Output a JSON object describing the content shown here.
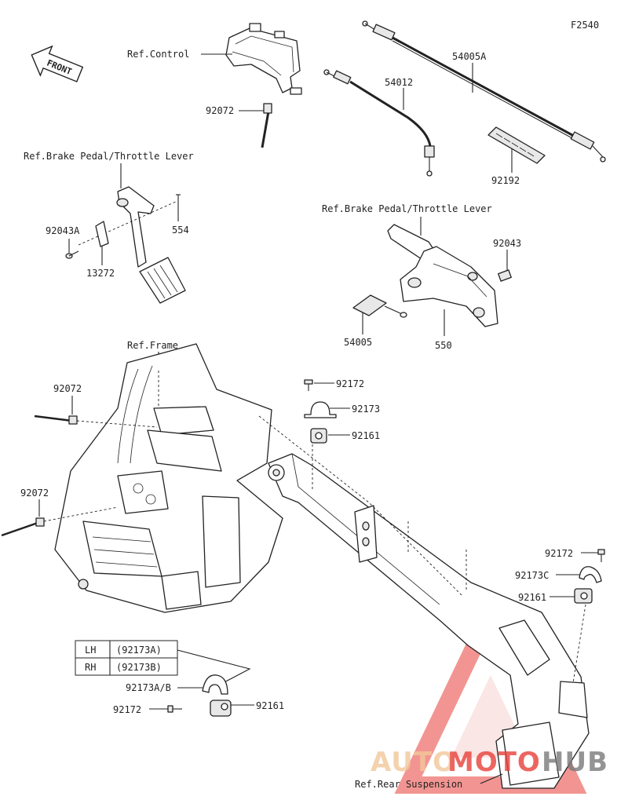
{
  "figure_code": "F2540",
  "front_label": "FRONT",
  "refs": {
    "control": "Ref.Control",
    "brake_pedal_left": "Ref.Brake Pedal/Throttle Lever",
    "brake_pedal_right": "Ref.Brake Pedal/Throttle Lever",
    "frame": "Ref.Frame",
    "rear_suspension": "Ref.Rear Suspension"
  },
  "parts": {
    "p54005A": "54005A",
    "p54012": "54012",
    "p92192": "92192",
    "p92072_top": "92072",
    "p92043A": "92043A",
    "p554": "554",
    "p13272": "13272",
    "p92043": "92043",
    "p54005": "54005",
    "p550": "550",
    "p92072_mid": "92072",
    "p92072_low": "92072",
    "p92172_top": "92172",
    "p92173": "92173",
    "p92161_top": "92161",
    "p92172_right": "92172",
    "p92173C": "92173C",
    "p92161_right": "92161",
    "p92173AB": "92173A/B",
    "p92172_bottom": "92172",
    "p92161_bottom": "92161"
  },
  "side_table": {
    "rows": [
      {
        "side": "LH",
        "part": "(92173A)"
      },
      {
        "side": "RH",
        "part": "(92173B)"
      }
    ]
  },
  "watermark": {
    "part1": "AUTO",
    "part2": "MOTO",
    "part3": "HUB",
    "color_light": "#f2c89a",
    "color_red": "#e8403a",
    "color_dark": "#7a7a7a"
  }
}
